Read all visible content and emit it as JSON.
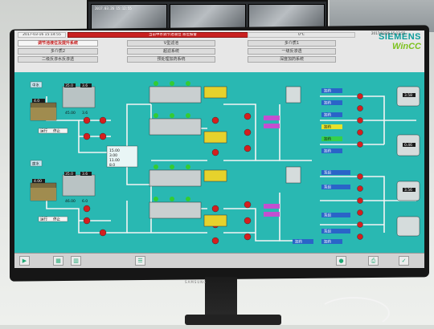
{
  "header": {
    "clock": "2017-03-16 15:14:55",
    "alarm_bar": "当前中水调节池液位  液位报警",
    "alarm_right": "0℃",
    "logo_brand": "SIEMENS",
    "logo_product": "WinCC",
    "logo_timestamp": "2017/03/26 15:12:55"
  },
  "nav": {
    "row1": [
      "调节池液位及提升系统",
      "V型滤池",
      "多介质1"
    ],
    "row2": [
      "多介质2",
      "超滤系统",
      "一级反渗透"
    ],
    "row3": [
      "二级反渗水反渗透",
      "预处理加药系统",
      "深度加药系统"
    ]
  },
  "process": {
    "tank_upper": "中水",
    "tank_lower": "废水",
    "level_upper": "4.0",
    "level_lower": "4.00",
    "readouts_upper": [
      "35.0",
      "3.6",
      "45.00",
      "3.6"
    ],
    "readouts_lower": [
      "35.0",
      "3.6",
      "46.00",
      "6.0"
    ],
    "flow_mid": [
      "15.00",
      "3.00",
      "11.00",
      "8.0"
    ],
    "small_labels_upper": [
      "运行",
      "停止"
    ],
    "small_labels_lower": [
      "运行",
      "停止"
    ],
    "right_tank_values": [
      "3.58",
      "0.46",
      "3.56"
    ],
    "chem_labels": [
      "加药",
      "加药",
      "加药",
      "加药",
      "加药",
      "加药",
      "加药",
      "加药"
    ],
    "pump_labels": [
      "泵组",
      "泵组",
      "泵组",
      "泵组"
    ]
  },
  "screen_bg": "#29b8b2",
  "alarm_color": "#c92020",
  "wall_cam_time": "2017.03.26 15:12:55",
  "monitor_brand": "SAMSUNG"
}
